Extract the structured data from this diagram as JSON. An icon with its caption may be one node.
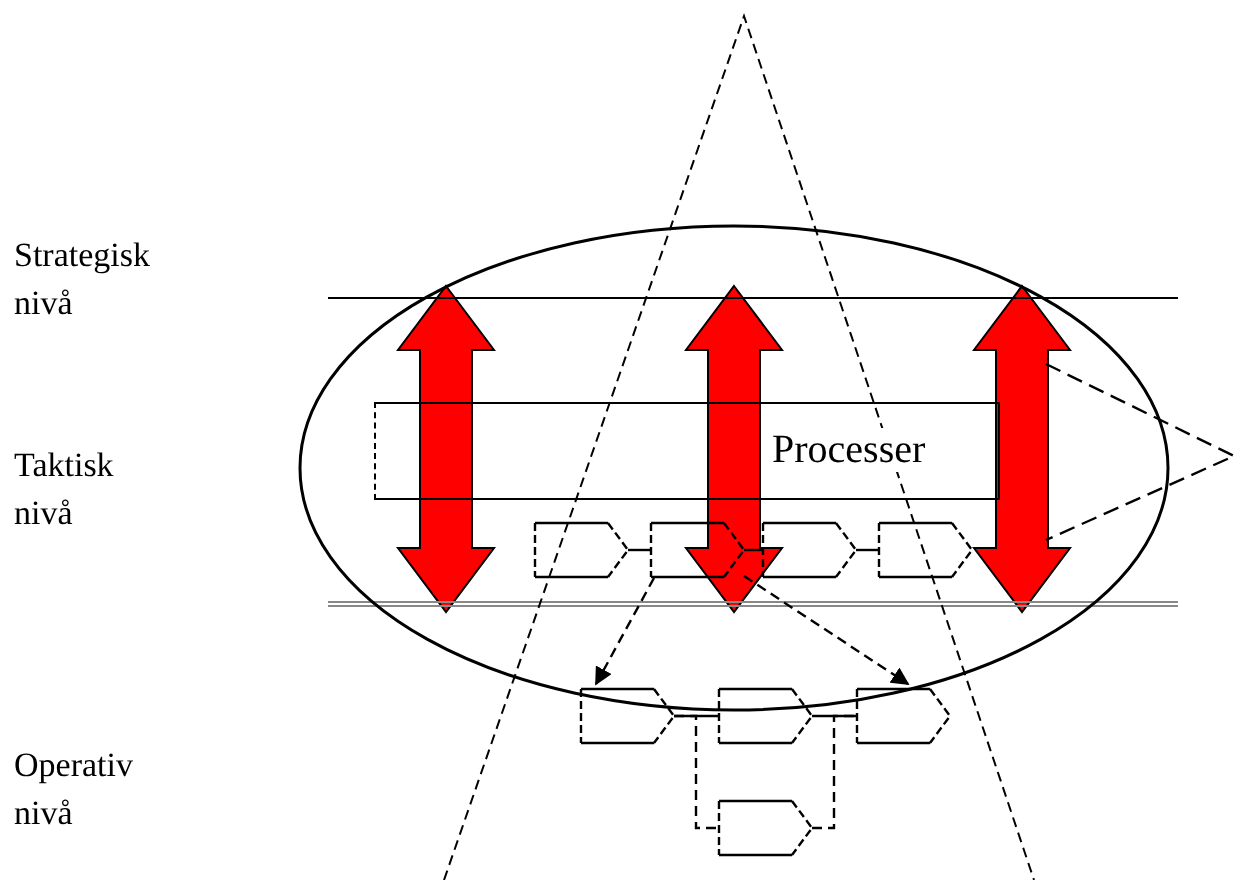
{
  "diagram": {
    "nodes": [
      {
        "text": [
          "Processer"
        ]
      },
      {
        "text": [],
        "shape": "pentagon"
      },
      {
        "text": [],
        "shape": "pentagon"
      },
      {
        "text": [],
        "shape": "pentagon"
      },
      {
        "text": [],
        "shape": "pentagon"
      },
      {
        "text": [],
        "shape": "pentagon"
      },
      {
        "text": [],
        "shape": "pentagon"
      },
      {
        "text": [],
        "shape": "pentagon"
      },
      {
        "text": [],
        "shape": "pentagon"
      }
    ],
    "edges": [
      {
        "from": 1,
        "to": 2,
        "arrow": "none"
      },
      {
        "from": 2,
        "to": 3,
        "arrow": "none"
      },
      {
        "from": 3,
        "to": 4,
        "arrow": "none"
      },
      {
        "from": 2,
        "to": 5,
        "arrow": "to",
        "style": "dashed"
      },
      {
        "from": 2,
        "to": 7,
        "arrow": "to",
        "style": "dashed"
      },
      {
        "from": 5,
        "to": 6,
        "arrow": "none"
      },
      {
        "from": 6,
        "to": 7,
        "arrow": "none"
      },
      {
        "from": 5,
        "to": 8,
        "arrow": "none",
        "style": "dashed"
      },
      {
        "from": 8,
        "to": 7,
        "arrow": "none",
        "style": "dashed"
      }
    ],
    "labels": [
      "Strategisk nivå",
      "Taktisk nivå",
      "Operativ nivå"
    ]
  }
}
